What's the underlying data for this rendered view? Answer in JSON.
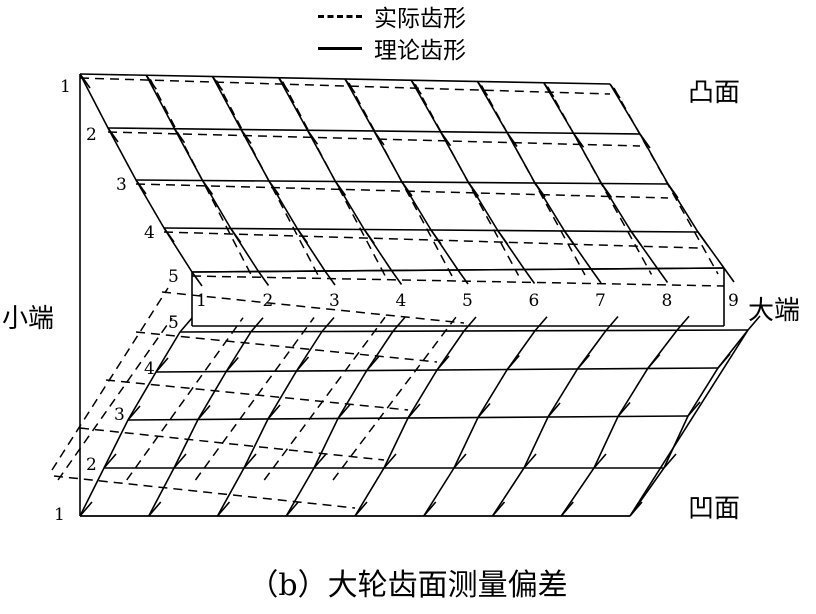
{
  "legend": {
    "actual": "实际齿形",
    "theory": "理论齿形"
  },
  "labels": {
    "convex": "凸面",
    "concave": "凹面",
    "small_end": "小端",
    "large_end": "大端"
  },
  "row_numbers": [
    "1",
    "2",
    "3",
    "4",
    "5"
  ],
  "column_numbers": [
    "1",
    "2",
    "3",
    "4",
    "5",
    "6",
    "7",
    "8",
    "9"
  ],
  "caption": "（b）大轮齿面测量偏差"
}
